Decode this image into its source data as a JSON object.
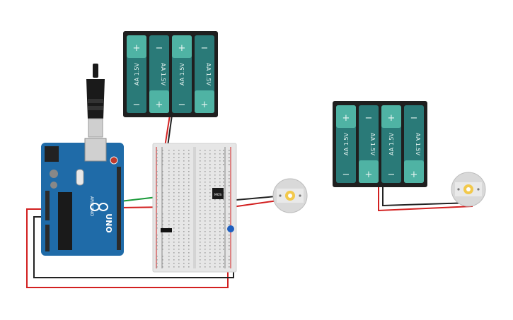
{
  "colors": {
    "battery_case": "#1f1f1f",
    "cell_dark": "#2a7a78",
    "cell_light": "#4fb3a4",
    "cell_text": "#e8f5f2",
    "arduino_board": "#1f6ba8",
    "arduino_header": "#2b2b2b",
    "breadboard": "#e6e6e6",
    "wire_red": "#d22020",
    "wire_black": "#222222",
    "wire_green": "#1a9a3a",
    "motor_body": "#d9d9d9",
    "motor_shaft": "#f2c94c"
  },
  "battery_left": {
    "cells": [
      {
        "label": "AA 1.5V",
        "top_symbol": "+",
        "bottom_symbol": "−"
      },
      {
        "label": "AA 1.5V",
        "top_symbol": "−",
        "bottom_symbol": "+"
      },
      {
        "label": "AA 1.5V",
        "top_symbol": "+",
        "bottom_symbol": "−"
      },
      {
        "label": "AA 1.5V",
        "top_symbol": "−",
        "bottom_symbol": "+"
      }
    ]
  },
  "battery_right": {
    "cells": [
      {
        "label": "AA 1.5V",
        "top_symbol": "+",
        "bottom_symbol": "−"
      },
      {
        "label": "AA 1.5V",
        "top_symbol": "−",
        "bottom_symbol": "+"
      },
      {
        "label": "AA 1.5V",
        "top_symbol": "+",
        "bottom_symbol": "−"
      },
      {
        "label": "AA 1.5V",
        "top_symbol": "−",
        "bottom_symbol": "+"
      }
    ]
  },
  "arduino": {
    "brand": "ARDUINO",
    "model": "UNO",
    "icon": "infinity-logo-icon"
  },
  "breadboard": {
    "chip_label": "MOS"
  },
  "motors": [
    {
      "icon": "dc-motor-icon"
    },
    {
      "icon": "dc-motor-icon"
    }
  ]
}
